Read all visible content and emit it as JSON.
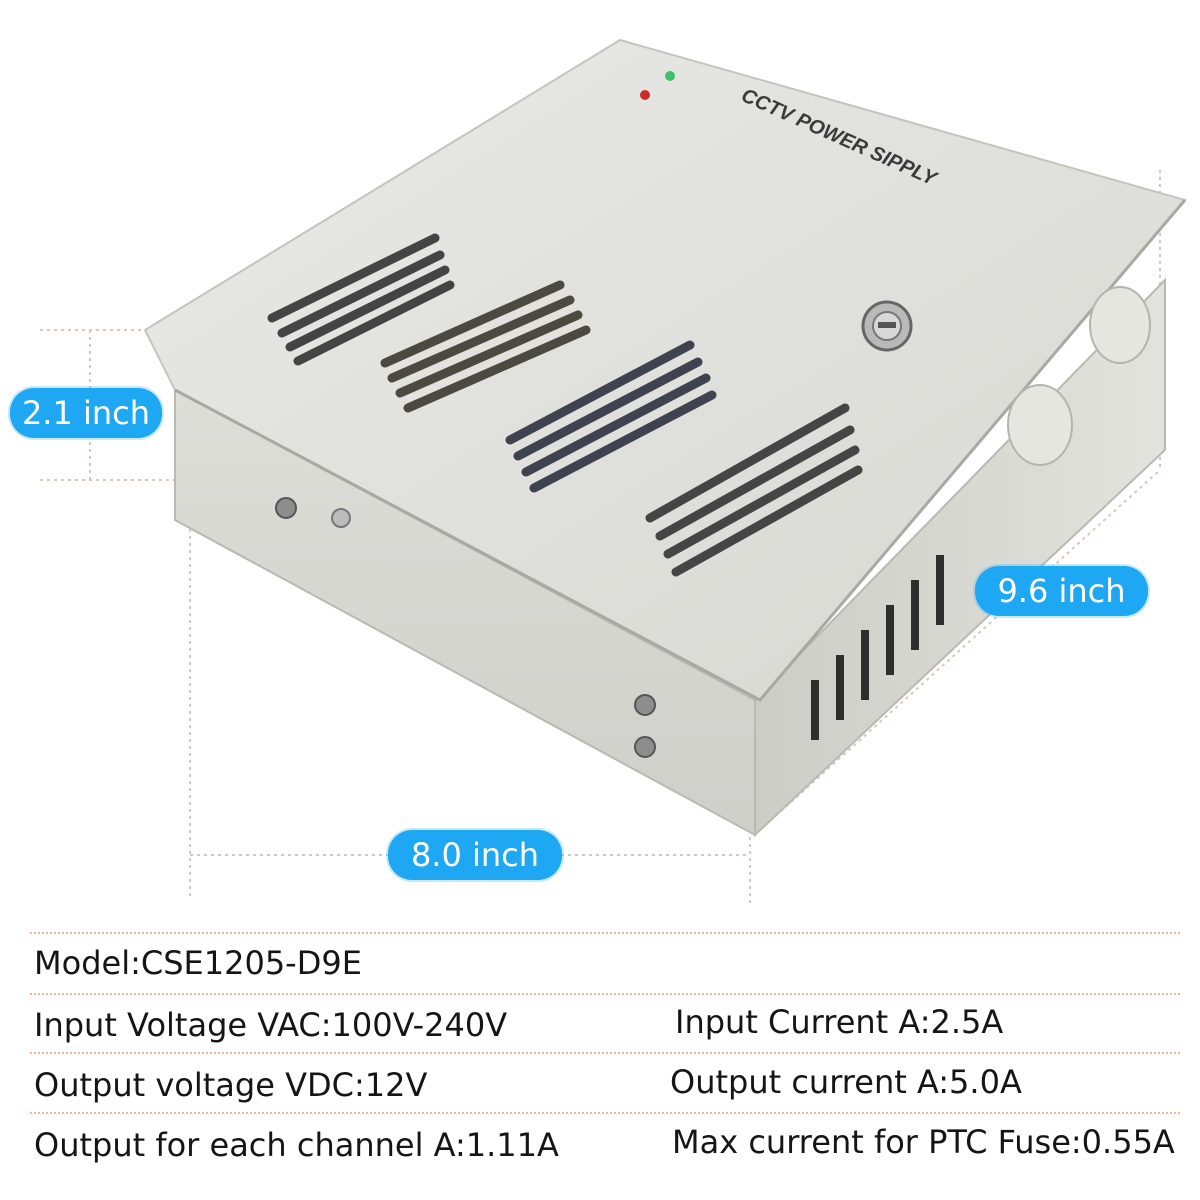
{
  "product": {
    "lid_label": "CCTV POWER SIPPLY"
  },
  "dimensions": {
    "height": "2.1 inch",
    "depth": "9.6 inch",
    "width": "8.0 inch"
  },
  "specs": {
    "model": "Model:CSE1205-D9E",
    "input_voltage": "Input Voltage VAC:100V-240V",
    "input_current": "Input Current A:2.5A",
    "output_voltage": "Output voltage VDC:12V",
    "output_current": "Output current A:5.0A",
    "output_per_channel": "Output for each channel A:1.11A",
    "ptc_fuse": "Max current for PTC Fuse:0.55A"
  },
  "colors": {
    "badge": "#1ea7f2",
    "divider": "#f0b894",
    "box_body": "#dcdcd8"
  }
}
